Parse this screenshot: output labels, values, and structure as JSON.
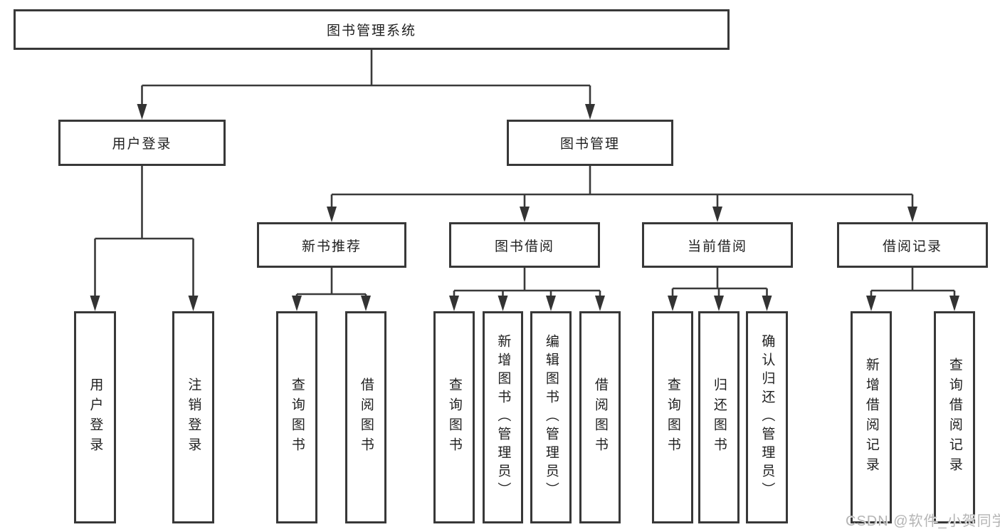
{
  "title": "图书管理系统",
  "watermark": "CSDN @软件_小贺同学",
  "colors": {
    "line": "#3a3a3a",
    "box_border": "#383838",
    "text": "#1f1f1f",
    "watermark": "#b5b5b5",
    "background": "#ffffff"
  },
  "nodes": {
    "root": {
      "label": "图书管理系统"
    },
    "level2": [
      {
        "label": "用户登录"
      },
      {
        "label": "图书管理"
      }
    ],
    "level3": [
      {
        "label": "新书推荐"
      },
      {
        "label": "图书借阅"
      },
      {
        "label": "当前借阅"
      },
      {
        "label": "借阅记录"
      }
    ],
    "leaves": {
      "user_login": [
        {
          "label": "用户登录"
        },
        {
          "label": "注销登录"
        }
      ],
      "new_book": [
        {
          "label": "查询图书"
        },
        {
          "label": "借阅图书"
        }
      ],
      "book_borrow": [
        {
          "label": "查询图书"
        },
        {
          "label": "新增图书（管理员）"
        },
        {
          "label": "编辑图书（管理员）"
        },
        {
          "label": "借阅图书"
        }
      ],
      "current_borrow": [
        {
          "label": "查询图书"
        },
        {
          "label": "归还图书"
        },
        {
          "label": "确认归还（管理员）"
        }
      ],
      "borrow_record": [
        {
          "label": "新增借阅记录"
        },
        {
          "label": "查询借阅记录"
        }
      ]
    }
  }
}
